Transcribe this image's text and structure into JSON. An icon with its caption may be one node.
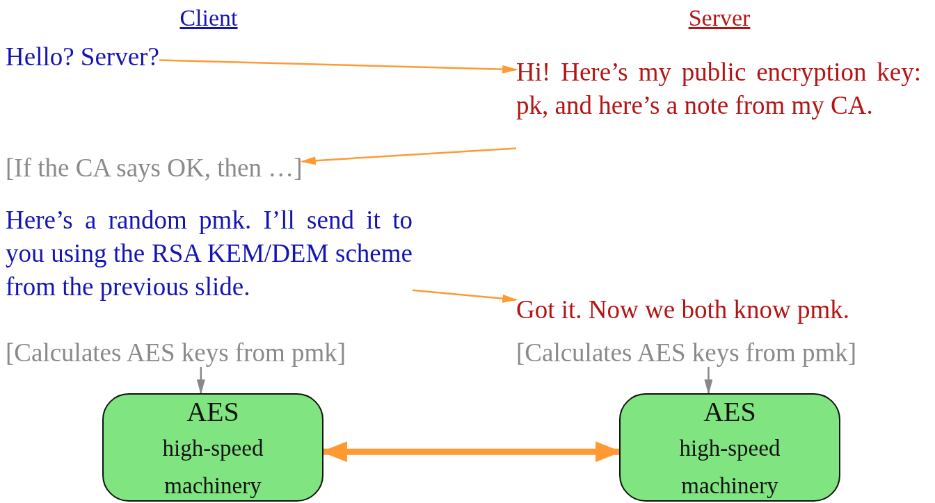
{
  "diagram": {
    "nodes": [
      {
        "text": [
          "Hello? Server?"
        ]
      },
      {
        "text": [
          "Hi!  Here’s my public encryption key: pk, and here’s a note from my CA."
        ]
      },
      {
        "text": [
          "[If the CA says OK, then …]"
        ]
      },
      {
        "text": [
          "Here’s a random pmk. I’ll send it to you using the RSA KEM/DEM scheme from the previous slide."
        ]
      },
      {
        "text": [
          "Got it. Now we both know pmk."
        ]
      },
      {
        "text": [
          "[Calculates AES keys from pmk]"
        ]
      },
      {
        "text": [
          "[Calculates AES keys from pmk]"
        ]
      },
      {
        "text": [
          "AES",
          "high-speed machinery"
        ]
      },
      {
        "text": [
          "AES",
          "high-speed machinery"
        ]
      }
    ],
    "edges": [
      {
        "from": 0,
        "to": 1,
        "arrow": "to"
      },
      {
        "from": 1,
        "to": 2,
        "arrow": "to"
      },
      {
        "from": 3,
        "to": 4,
        "arrow": "to"
      },
      {
        "from": 5,
        "to": 7,
        "arrow": "to",
        "color": "#888888"
      },
      {
        "from": 6,
        "to": 8,
        "arrow": "to",
        "color": "#888888"
      },
      {
        "from": 7,
        "to": 8,
        "arrow": "both",
        "style": "thick"
      }
    ],
    "labels": [
      "Client",
      "Server"
    ]
  }
}
